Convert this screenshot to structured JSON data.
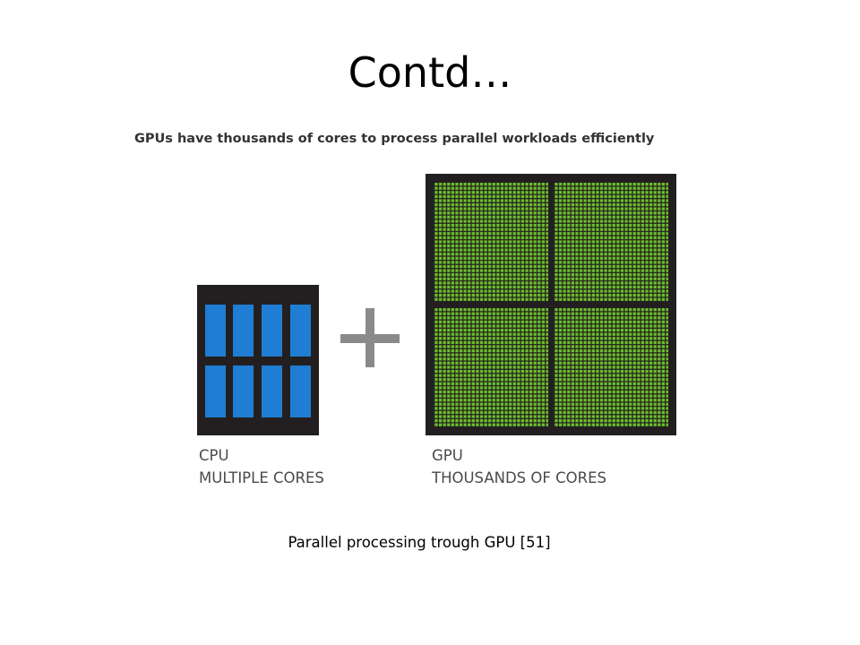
{
  "slide": {
    "title": "Contd…",
    "caption": "Parallel processing trough GPU [51]"
  },
  "figure": {
    "heading": "GPUs have thousands of cores to process parallel workloads efficiently",
    "cpu": {
      "label_line1": "CPU",
      "label_line2": "MULTIPLE CORES",
      "core_color": "#1f7ed3",
      "core_count": 8
    },
    "gpu": {
      "label_line1": "GPU",
      "label_line2": "THOUSANDS OF CORES",
      "core_color": "#6cbf2c",
      "block_count": 4
    },
    "chip_color": "#231f20",
    "plus_color": "#8a8a8a"
  }
}
